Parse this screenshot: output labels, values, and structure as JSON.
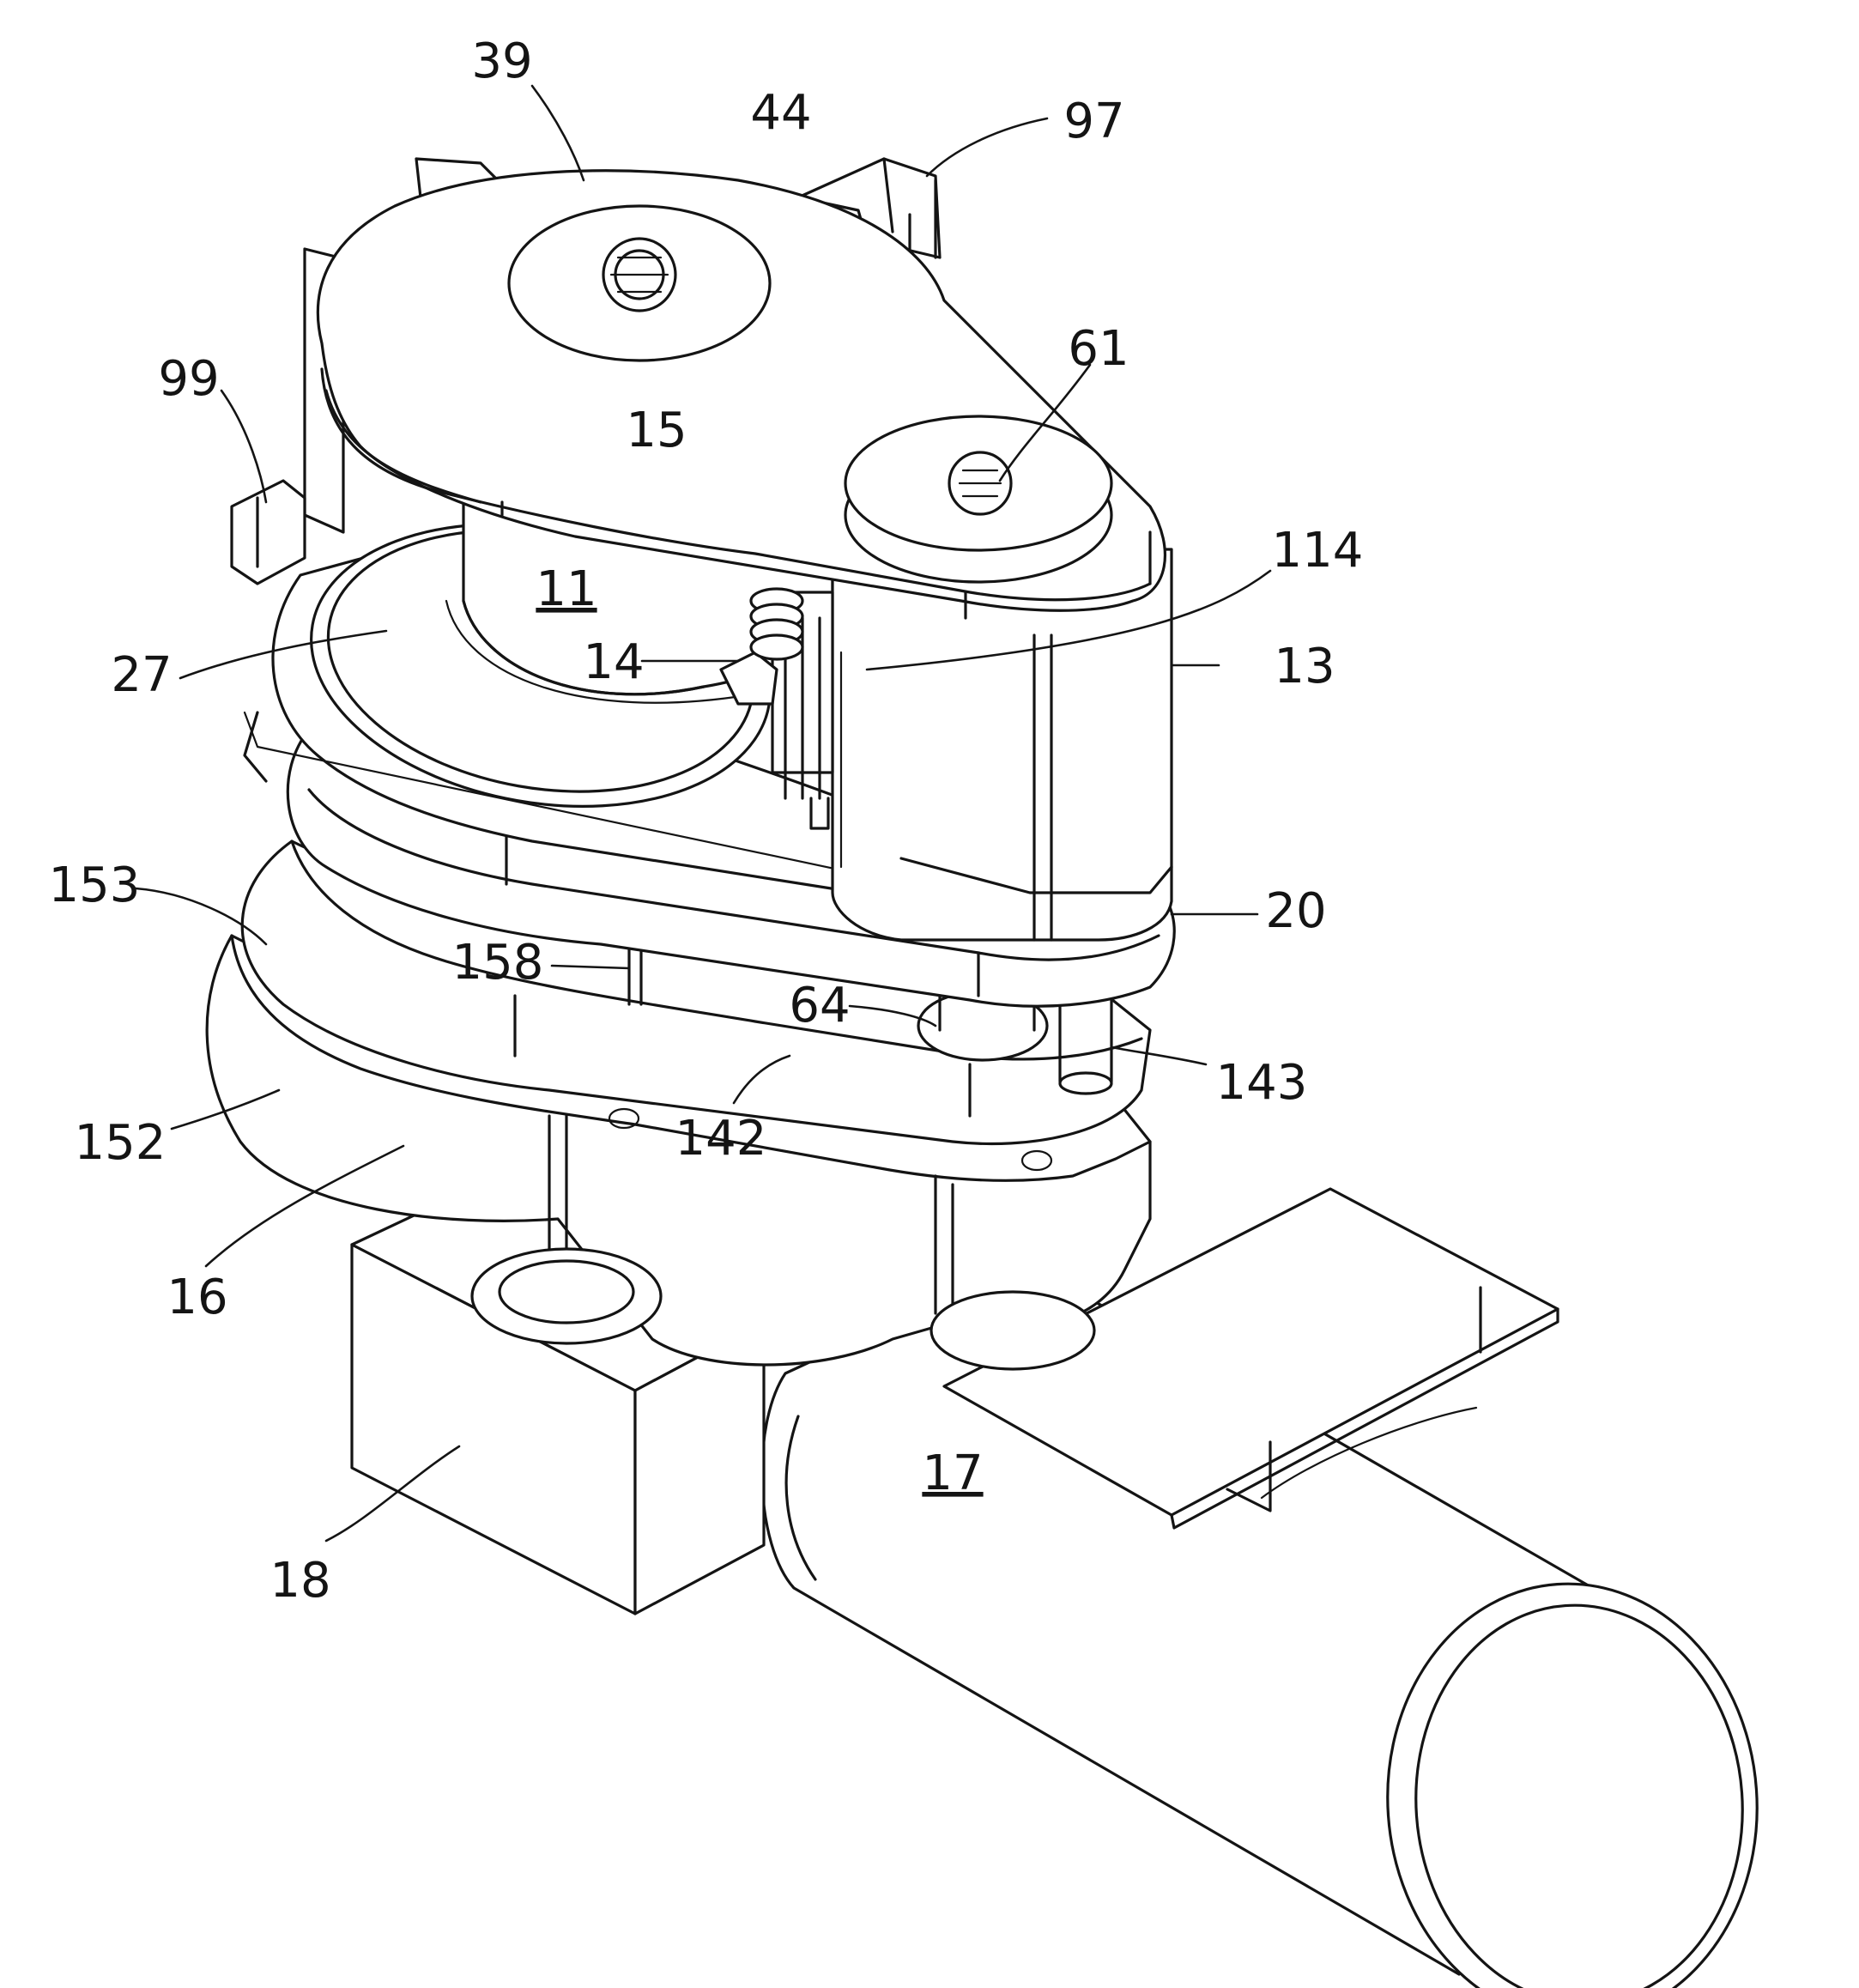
{
  "figure": {
    "labels": {
      "l39": "39",
      "l44": "44",
      "l97": "97",
      "l99": "99",
      "l61": "61",
      "l15": "15",
      "l114": "114",
      "l11": "11",
      "l13": "13",
      "l14": "14",
      "l27": "27",
      "l153": "153",
      "l20": "20",
      "l158": "158",
      "l64": "64",
      "l143": "143",
      "l152": "152",
      "l142": "142",
      "l16": "16",
      "l17": "17",
      "l18": "18"
    }
  }
}
